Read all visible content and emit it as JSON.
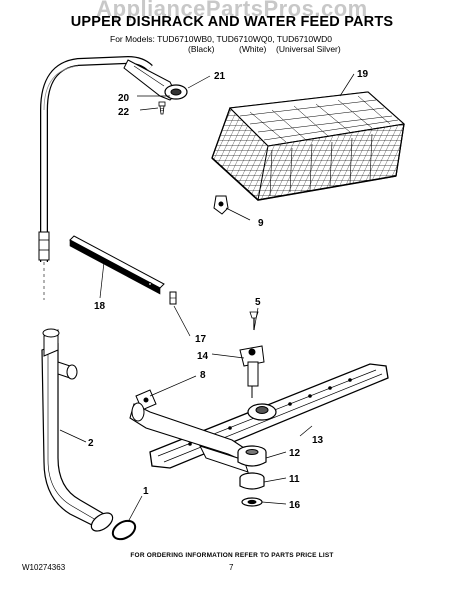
{
  "watermark": "AppliancePartsPros.com",
  "header": {
    "title": "UPPER DISHRACK AND WATER FEED PARTS",
    "models": "For Models: TUD6710WB0, TUD6710WQ0, TUD6710WD0",
    "color_black": "(Black)",
    "color_white": "(White)",
    "color_silver": "(Universal Silver)"
  },
  "callouts": {
    "p1": "1",
    "p2": "2",
    "p5": "5",
    "p8": "8",
    "p9": "9",
    "p11": "11",
    "p12": "12",
    "p13": "13",
    "p14": "14",
    "p16": "16",
    "p17": "17",
    "p18": "18",
    "p19": "19",
    "p20": "20",
    "p21": "21",
    "p22": "22"
  },
  "footer": {
    "ordering_note": "FOR ORDERING INFORMATION REFER TO PARTS PRICE LIST",
    "doc_number": "W10274363",
    "page_number": "7"
  }
}
